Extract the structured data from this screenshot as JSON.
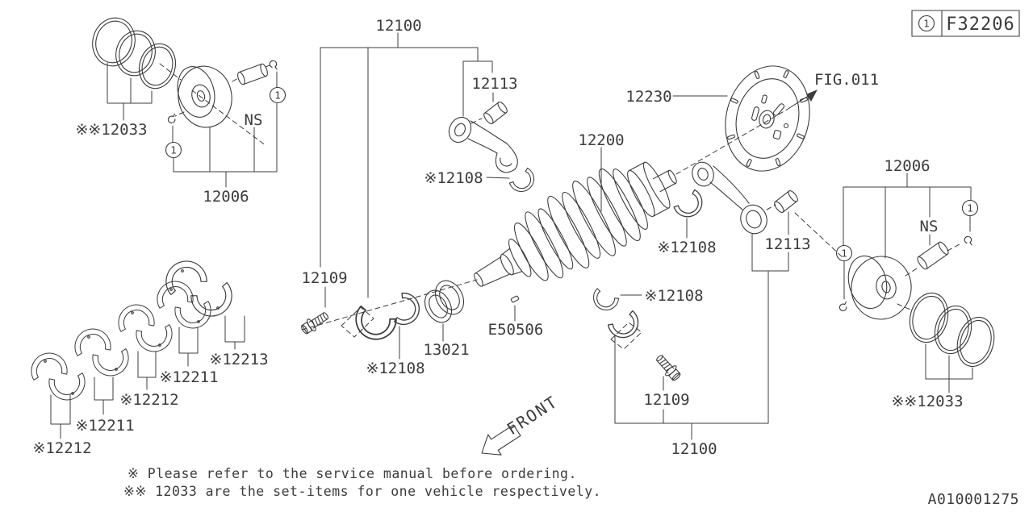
{
  "colors": {
    "ink": "#3c3c3c",
    "background": "#ffffff"
  },
  "ref_box": {
    "marker": "1",
    "code": "F32206"
  },
  "figure_ref": "FIG.011",
  "doc_number": "A010001275",
  "front_label": "FRONT",
  "marker": {
    "one": "1"
  },
  "labels": {
    "p12100": "12100",
    "p12006": "12006",
    "p12033": "※※12033",
    "p12113": "12113",
    "p12200": "12200",
    "p12230": "12230",
    "p12108": "※12108",
    "p12109": "12109",
    "p13021": "13021",
    "e50506": "E50506",
    "p12213": "※12213",
    "p12211": "※12211",
    "p12212": "※12212",
    "ns": "NS"
  },
  "notes": {
    "line1": "※  Please refer to the service manual before ordering.",
    "line2": "※※ 12033 are the set-items for one vehicle respectively."
  }
}
